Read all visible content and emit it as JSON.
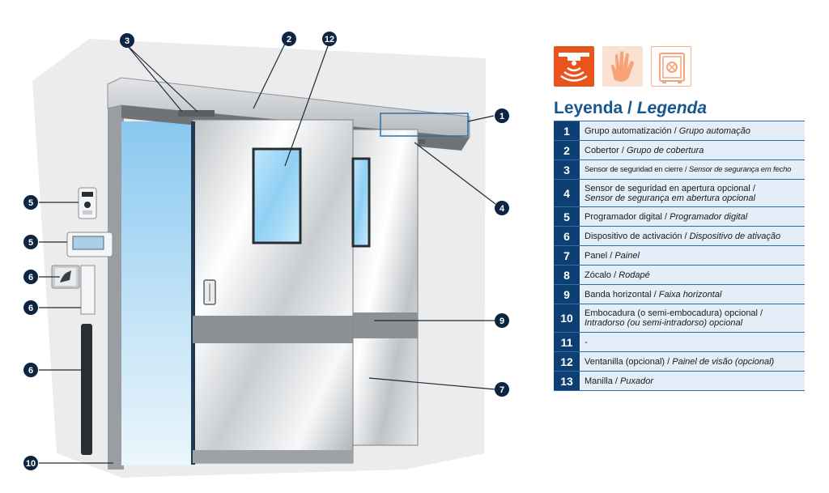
{
  "diagram": {
    "callouts": [
      {
        "id": "c1",
        "number": "1"
      },
      {
        "id": "c2",
        "number": "2"
      },
      {
        "id": "c3",
        "number": "3"
      },
      {
        "id": "c4",
        "number": "4"
      },
      {
        "id": "c5a",
        "number": "5"
      },
      {
        "id": "c5b",
        "number": "5"
      },
      {
        "id": "c6a",
        "number": "6"
      },
      {
        "id": "c6b",
        "number": "6"
      },
      {
        "id": "c6c",
        "number": "6"
      },
      {
        "id": "c7",
        "number": "7"
      },
      {
        "id": "c9",
        "number": "9"
      },
      {
        "id": "c10",
        "number": "10"
      },
      {
        "id": "c12",
        "number": "12"
      }
    ]
  },
  "icons": [
    {
      "name": "presence-sensor-icon",
      "selected": true,
      "color": "#e8541c"
    },
    {
      "name": "hand-wave-icon",
      "selected": false,
      "color": "#f6b08c"
    },
    {
      "name": "safe-lock-icon",
      "selected": false,
      "color": "#f6b08c"
    }
  ],
  "legend": {
    "title_es": "Leyenda / ",
    "title_pt": "Legenda",
    "rows": [
      {
        "num": "1",
        "es": "Grupo automatización",
        "pt": "Grupo automação"
      },
      {
        "num": "2",
        "es": "Cobertor",
        "pt": "Grupo de cobertura"
      },
      {
        "num": "3",
        "es": "Sensor de seguridad en cierre",
        "pt": "Sensor de segurança em fecho"
      },
      {
        "num": "4",
        "es": "Sensor de seguridad en apertura opcional",
        "pt": "Sensor de segurança em abertura opcional"
      },
      {
        "num": "5",
        "es": "Programador digital",
        "pt": "Programador digital"
      },
      {
        "num": "6",
        "es": "Dispositivo de activación",
        "pt": "Dispositivo de ativação"
      },
      {
        "num": "7",
        "es": "Panel",
        "pt": "Painel"
      },
      {
        "num": "8",
        "es": "Zócalo",
        "pt": "Rodapé"
      },
      {
        "num": "9",
        "es": "Banda horizontal",
        "pt": "Faixa horizontal"
      },
      {
        "num": "10",
        "es": "Embocadura (o semi-embocadura) opcional",
        "pt": "Intradorso (ou semi-intradorso) opcional"
      },
      {
        "num": "11",
        "es": "",
        "pt": "-"
      },
      {
        "num": "12",
        "es": "Ventanilla (opcional)",
        "pt": "Painel de visão (opcional)"
      },
      {
        "num": "13",
        "es": "Manilla",
        "pt": "Puxador"
      }
    ]
  },
  "colors": {
    "accent": "#e8541c",
    "title_blue": "#17578f",
    "number_bg": "#0d3f73",
    "row_bg": "#e3eef8",
    "row_line": "#2d6fa8"
  }
}
